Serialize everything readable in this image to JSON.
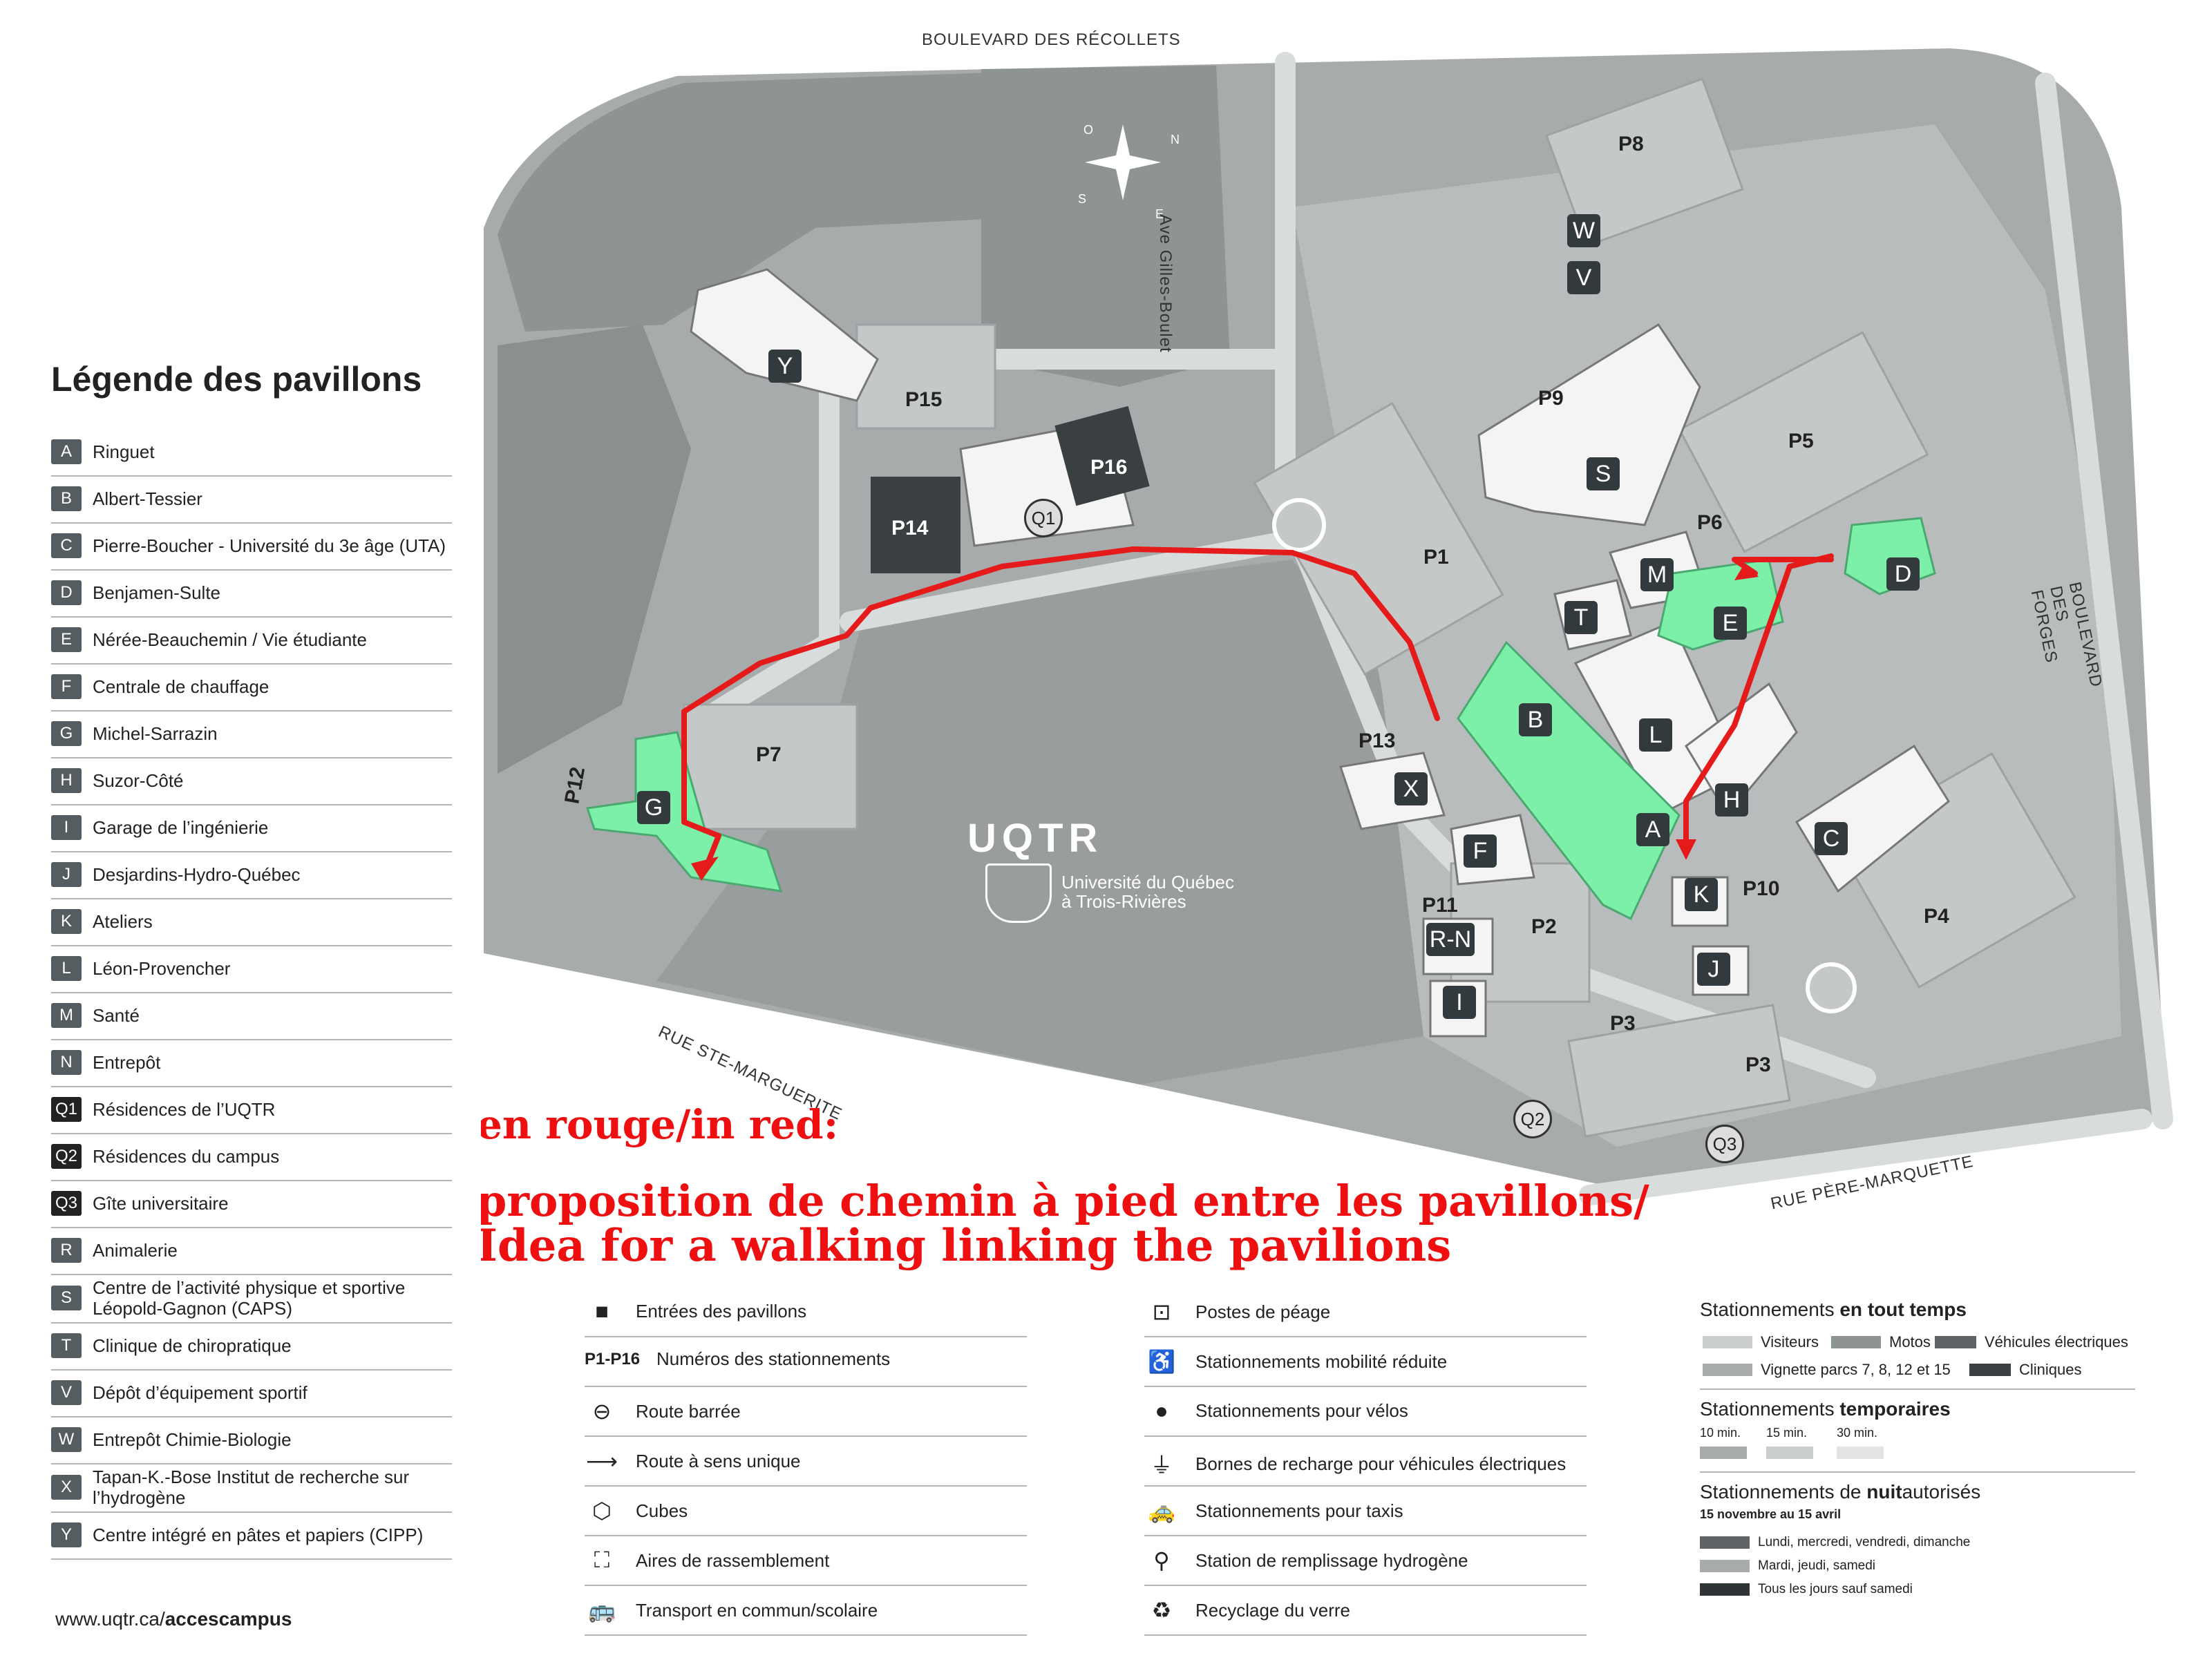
{
  "map": {
    "roads": {
      "recollets": "BOULEVARD DES RÉCOLLETS",
      "gilles_boulet": "Ave Gilles-Boulet",
      "forges": "BOULEVARD DES FORGES",
      "ste_marguerite": "RUE STE-MARGUERITE",
      "pere_marquette": "RUE PÈRE-MARQUETTE"
    },
    "compass": {
      "n": "N",
      "s": "S",
      "e": "E",
      "o": "O"
    },
    "parkings": [
      "P1",
      "P2",
      "P3",
      "P3",
      "P4",
      "P5",
      "P6",
      "P7",
      "P8",
      "P9",
      "P10",
      "P11",
      "P12",
      "P13",
      "P14",
      "P15",
      "P16"
    ],
    "buildings": [
      "A",
      "B",
      "C",
      "D",
      "E",
      "F",
      "G",
      "H",
      "I",
      "J",
      "K",
      "L",
      "M",
      "S",
      "T",
      "V",
      "W",
      "X",
      "Y",
      "R-N"
    ],
    "residences": [
      "Q1",
      "Q2",
      "Q3"
    ],
    "logo": {
      "name": "UQTR",
      "line1": "Université du Québec",
      "line2": "à Trois-Rivières"
    },
    "route_color": "#e51b1b",
    "highlight_color": "#7cf0a8"
  },
  "annotation": {
    "line1": "en rouge/in red:",
    "line2": "proposition de chemin à pied entre les pavillons/",
    "line3": "Idea for a walking linking the pavilions"
  },
  "legend": {
    "title": "Légende des pavillons",
    "items": [
      {
        "key": "A",
        "label": "Ringuet"
      },
      {
        "key": "B",
        "label": "Albert-Tessier"
      },
      {
        "key": "C",
        "label": "Pierre-Boucher - Université du 3e âge (UTA)"
      },
      {
        "key": "D",
        "label": "Benjamen-Sulte"
      },
      {
        "key": "E",
        "label": "Nérée-Beauchemin / Vie étudiante"
      },
      {
        "key": "F",
        "label": "Centrale de chauffage"
      },
      {
        "key": "G",
        "label": "Michel-Sarrazin"
      },
      {
        "key": "H",
        "label": "Suzor-Côté"
      },
      {
        "key": "I",
        "label": "Garage de l’ingénierie"
      },
      {
        "key": "J",
        "label": "Desjardins-Hydro-Québec"
      },
      {
        "key": "K",
        "label": "Ateliers"
      },
      {
        "key": "L",
        "label": "Léon-Provencher"
      },
      {
        "key": "M",
        "label": "Santé"
      },
      {
        "key": "N",
        "label": "Entrepôt"
      },
      {
        "key": "Q1",
        "label": "Résidences de l’UQTR"
      },
      {
        "key": "Q2",
        "label": "Résidences du campus"
      },
      {
        "key": "Q3",
        "label": "Gîte universitaire"
      },
      {
        "key": "R",
        "label": "Animalerie"
      },
      {
        "key": "S",
        "label": "Centre de l’activité physique et sportive Léopold-Gagnon (CAPS)"
      },
      {
        "key": "T",
        "label": "Clinique de chiropratique"
      },
      {
        "key": "V",
        "label": "Dépôt d’équipement sportif"
      },
      {
        "key": "W",
        "label": "Entrepôt Chimie-Biologie"
      },
      {
        "key": "X",
        "label": "Tapan-K.-Bose Institut de recherche sur l’hydrogène"
      },
      {
        "key": "Y",
        "label": "Centre intégré en pâtes et papiers (CIPP)"
      }
    ],
    "url_prefix": "www.uqtr.ca/",
    "url_bold": "accescampus"
  },
  "symbols": {
    "col1": [
      {
        "icon": "entrance-icon",
        "label": "Entrées des pavillons"
      },
      {
        "icon": "parking-number",
        "prefix": "P1-P16",
        "label": "Numéros des stationnements"
      },
      {
        "icon": "no-entry-icon",
        "label": "Route barrée"
      },
      {
        "icon": "arrow-right-icon",
        "label": "Route à sens unique"
      },
      {
        "icon": "cubes-icon",
        "label": "Cubes"
      },
      {
        "icon": "assembly-icon",
        "label": "Aires de rassemblement"
      },
      {
        "icon": "bus-icon",
        "label": "Transport en commun/scolaire"
      }
    ],
    "col2": [
      {
        "icon": "toll-icon",
        "label": "Postes de péage"
      },
      {
        "icon": "wheelchair-icon",
        "label": "Stationnements mobilité réduite"
      },
      {
        "icon": "bike-dot-icon",
        "label": "Stationnements pour vélos"
      },
      {
        "icon": "ev-plug-icon",
        "label": "Bornes de recharge pour véhicules électriques"
      },
      {
        "icon": "taxi-icon",
        "label": "Stationnements pour taxis"
      },
      {
        "icon": "hydrogen-icon",
        "label": "Station de remplissage hydrogène"
      },
      {
        "icon": "recycle-icon",
        "label": "Recyclage du verre"
      }
    ]
  },
  "parking_legend": {
    "allday_prefix": "Stationnements ",
    "allday_bold": "en tout temps",
    "visitors": "Visiteurs",
    "motos": "Motos",
    "electric": "Véhicules électriques",
    "vignette": "Vignette parcs 7, 8, 12 et 15",
    "clinics": "Cliniques",
    "temp_prefix": "Stationnements ",
    "temp_bold": "temporaires",
    "t10": "10 min.",
    "t15": "15 min.",
    "t30": "30 min.",
    "night_prefix": "Stationnements de ",
    "night_bold": "nuit",
    "night_suffix": " autorisés",
    "night_dates": "15 novembre au 15 avril",
    "night1": "Lundi, mercredi, vendredi, dimanche",
    "night2": "Mardi, jeudi, samedi",
    "night3": "Tous les jours sauf samedi"
  }
}
